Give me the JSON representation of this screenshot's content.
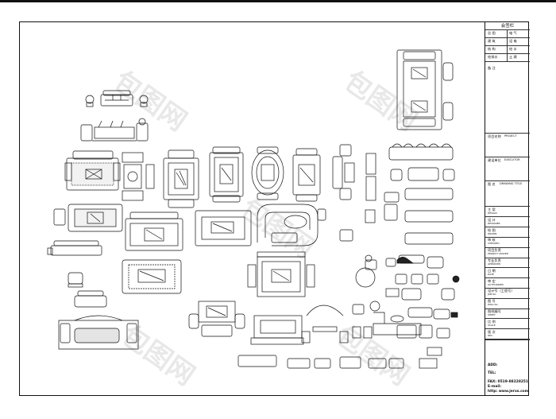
{
  "title_block": {
    "header": "会签栏",
    "sign_rows": [
      {
        "left": "总 图",
        "right": "电 气"
      },
      {
        "left": "建 筑",
        "right": "设 电"
      },
      {
        "left": "结 构",
        "right": "给 水"
      },
      {
        "left": "给排水",
        "right": "土 建"
      }
    ],
    "remark_label": "备 注",
    "project_label": "项目名称",
    "project_sub": "PROJECT",
    "client_label": "建设单位",
    "client_sub": "EXECUTOR",
    "drawing_label": "图 名",
    "drawing_sub": "DRAWING TITLE",
    "rows": [
      {
        "label": "主 案",
        "sub": "DESIGN"
      },
      {
        "label": "设 计",
        "sub": "DESIGNER"
      },
      {
        "label": "绘 图",
        "sub": "DRAWN"
      },
      {
        "label": "审 核",
        "sub": "CHECKED"
      },
      {
        "label": "项目负责",
        "sub": "PROJECT LEADER"
      },
      {
        "label": "专业负责",
        "sub": "APPROVED"
      },
      {
        "label": "日 期",
        "sub": "DATE"
      },
      {
        "label": "审 定",
        "sub": "AUTHORIZED"
      },
      {
        "label": "设计号（工程号）",
        "sub": "JOB No."
      },
      {
        "label": "图 号",
        "sub": "DWG No."
      },
      {
        "label": "图纸编号",
        "sub": "SHEET"
      },
      {
        "label": "比 例",
        "sub": "SCALE"
      },
      {
        "label": "版 次",
        "sub": "REV"
      }
    ],
    "contact": {
      "add": "ADD:",
      "tel": "TEL:",
      "fax": "FAX: 0519-88228251",
      "email": "E-mail:",
      "web": "http: www.jerxs.com"
    }
  },
  "watermark": {
    "text": "包图网"
  }
}
